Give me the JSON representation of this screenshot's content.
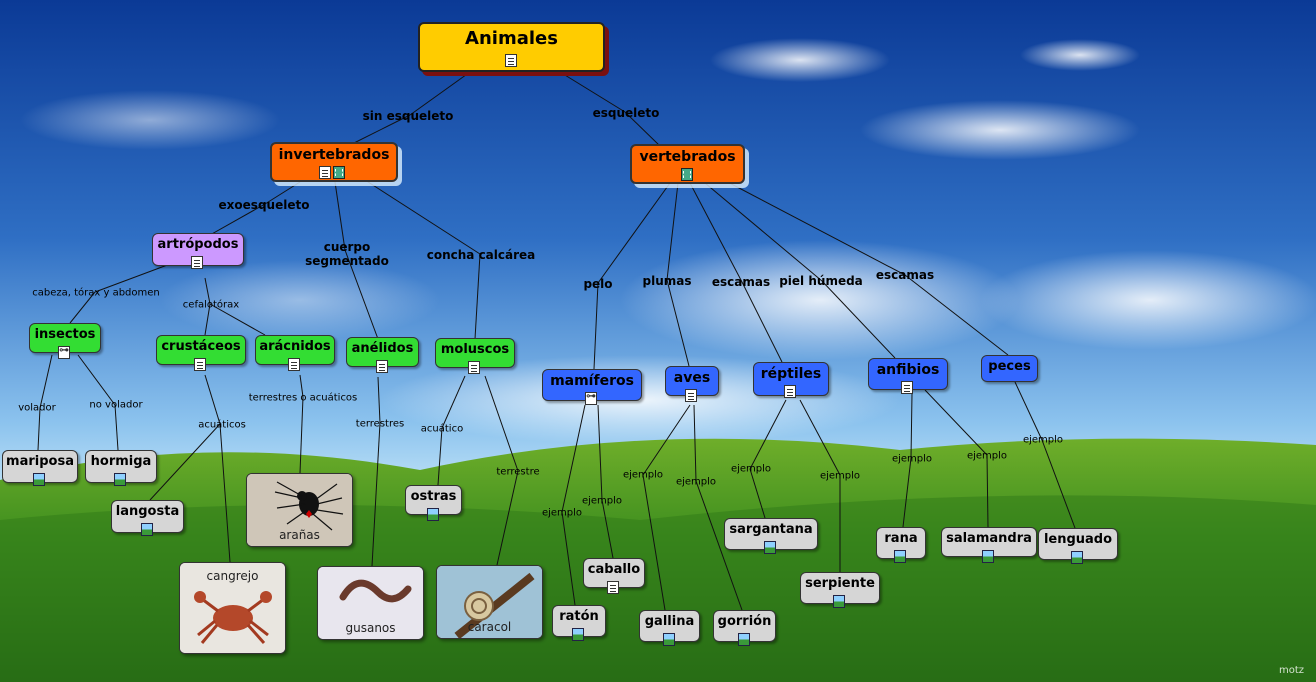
{
  "title": "Animales",
  "nodes": {
    "animales": "Animales",
    "invertebrados": "invertebrados",
    "vertebrados": "vertebrados",
    "artropodos": "artrópodos",
    "insectos": "insectos",
    "crustaceos": "crustáceos",
    "aracnidos": "arácnidos",
    "anelidos": "anélidos",
    "moluscos": "moluscos",
    "mamiferos": "mamíferos",
    "aves": "aves",
    "reptiles": "réptiles",
    "anfibios": "anfibios",
    "peces": "peces",
    "mariposa": "mariposa",
    "hormiga": "hormiga",
    "langosta": "langosta",
    "ostras": "ostras",
    "caballo": "caballo",
    "raton": "ratón",
    "gallina": "gallina",
    "gorrion": "gorrión",
    "sargantana": "sargantana",
    "serpiente": "serpiente",
    "rana": "rana",
    "salamandra": "salamandra",
    "lenguado": "lenguado"
  },
  "edge_labels": {
    "sin_esqueleto": "sin esqueleto",
    "esqueleto": "esqueleto",
    "exoesqueleto": "exoesqueleto",
    "cuerpo_segmentado": "cuerpo segmentado",
    "concha_calcarea": "concha calcárea",
    "cabeza_torax": "cabeza, tórax y abdomen",
    "cefalotorax": "cefalotórax",
    "volador": "volador",
    "no_volador": "no volador",
    "acuaticos": "acuáticos",
    "terrestres_o_acuaticos": "terrestres o acuáticos",
    "terrestres": "terrestres",
    "acuatico": "acuático",
    "terrestre": "terrestre",
    "pelo": "pelo",
    "plumas": "plumas",
    "escamas1": "escamas",
    "piel_humeda": "piel húmeda",
    "escamas2": "escamas",
    "ejemplo": "ejemplo"
  },
  "photos": {
    "aranas": "arañas",
    "cangrejo": "cangrejo",
    "gusanos": "gusanos",
    "caracol": "caracol"
  },
  "logo": "motz",
  "colors": {
    "root": "#ffcc00",
    "level1": "#ff6600",
    "artropodos": "#cc99ff",
    "invertebrate_groups": "#33dd33",
    "vertebrate_groups": "#3366ff",
    "examples": "#d6d6d6"
  }
}
